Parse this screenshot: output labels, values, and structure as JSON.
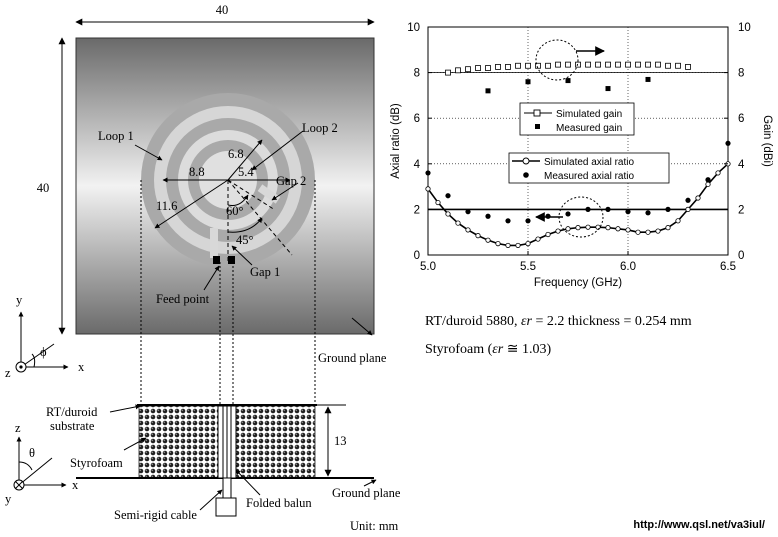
{
  "diagram": {
    "dim_top": "40",
    "dim_left": "40",
    "loop1": "Loop 1",
    "loop2": "Loop 2",
    "gap1": "Gap 1",
    "gap2": "Gap 2",
    "r_68": "6.8",
    "r_88": "8.8",
    "r_54": "5.4",
    "r_116": "11.6",
    "angle60": "60°",
    "angle45": "45°",
    "feed": "Feed point",
    "ground_plane": "Ground plane",
    "rt_line1": "RT/duroid",
    "rt_line2": "substrate",
    "styrofoam": "Styrofoam",
    "height": "13",
    "cable": "Semi-rigid cable",
    "balun": "Folded balun",
    "ground_plane2": "Ground plane",
    "unit": "Unit: mm",
    "axis_y": "y",
    "axis_x": "x",
    "axis_z": "z",
    "axis_phi": "ϕ",
    "axis_z2": "z",
    "axis_theta": "θ",
    "axis_y2": "y",
    "axis_x2": "x"
  },
  "specs": {
    "line1_a": "RT/duroid 5880,",
    "line1_eps": "εr",
    "line1_b": "= 2.2 thickness = 0.254 mm",
    "line2_a": "Styrofoam (",
    "line2_eps": "εr",
    "line2_b": "≅ 1.03)"
  },
  "footer": {
    "url": "http://www.qsl.net/va3iul/"
  },
  "chart_data": {
    "type": "line",
    "xlabel": "Frequency (GHz)",
    "ylabel": "Axial ratio (dB)",
    "y2label": "Gain (dBi)",
    "xlim": [
      5.0,
      6.5
    ],
    "ylim": [
      0,
      10
    ],
    "y2lim": [
      0,
      10
    ],
    "x_ticks": [
      "5.0",
      "5.5",
      "6.0",
      "6.5"
    ],
    "y_ticks": [
      "0",
      "2",
      "4",
      "6",
      "8",
      "10"
    ],
    "y2_ticks": [
      "0",
      "2",
      "4",
      "6",
      "8",
      "10"
    ],
    "grid": true,
    "legend_gain": [
      "Simulated gain",
      "Measured gain"
    ],
    "legend_ar": [
      "Simulated axial ratio",
      "Measured axial ratio"
    ],
    "reference_line_y": 2,
    "reference_line_y2": 8,
    "series": [
      {
        "name": "Simulated gain",
        "axis": "right",
        "x": [
          5.1,
          5.15,
          5.2,
          5.25,
          5.3,
          5.35,
          5.4,
          5.45,
          5.5,
          5.55,
          5.6,
          5.65,
          5.7,
          5.75,
          5.8,
          5.85,
          5.9,
          5.95,
          6.0,
          6.05,
          6.1,
          6.15,
          6.2,
          6.25,
          6.3
        ],
        "values": [
          8.0,
          8.1,
          8.15,
          8.2,
          8.2,
          8.25,
          8.25,
          8.3,
          8.3,
          8.3,
          8.3,
          8.35,
          8.35,
          8.35,
          8.35,
          8.35,
          8.35,
          8.35,
          8.35,
          8.35,
          8.35,
          8.35,
          8.3,
          8.3,
          8.25
        ]
      },
      {
        "name": "Measured gain",
        "axis": "right",
        "x": [
          5.3,
          5.5,
          5.7,
          5.9,
          6.1
        ],
        "values": [
          7.2,
          7.6,
          7.65,
          7.3,
          7.7
        ]
      },
      {
        "name": "Simulated axial ratio",
        "axis": "left",
        "x": [
          5.0,
          5.05,
          5.1,
          5.15,
          5.2,
          5.25,
          5.3,
          5.35,
          5.4,
          5.45,
          5.5,
          5.55,
          5.6,
          5.65,
          5.7,
          5.75,
          5.8,
          5.85,
          5.9,
          5.95,
          6.0,
          6.05,
          6.1,
          6.15,
          6.2,
          6.25,
          6.3,
          6.35,
          6.4,
          6.45,
          6.5
        ],
        "values": [
          2.9,
          2.3,
          1.8,
          1.4,
          1.1,
          0.85,
          0.65,
          0.5,
          0.42,
          0.42,
          0.5,
          0.7,
          0.9,
          1.05,
          1.15,
          1.2,
          1.22,
          1.22,
          1.2,
          1.15,
          1.1,
          1.0,
          1.0,
          1.05,
          1.2,
          1.5,
          2.0,
          2.5,
          3.1,
          3.6,
          4.0
        ]
      },
      {
        "name": "Measured axial ratio",
        "axis": "left",
        "x": [
          5.0,
          5.1,
          5.2,
          5.3,
          5.4,
          5.5,
          5.6,
          5.7,
          5.8,
          5.9,
          6.0,
          6.1,
          6.2,
          6.3,
          6.4,
          6.5
        ],
        "values": [
          3.6,
          2.6,
          1.9,
          1.7,
          1.5,
          1.5,
          1.7,
          1.8,
          2.0,
          2.0,
          1.9,
          1.85,
          2.0,
          2.4,
          3.3,
          4.9
        ]
      }
    ]
  }
}
